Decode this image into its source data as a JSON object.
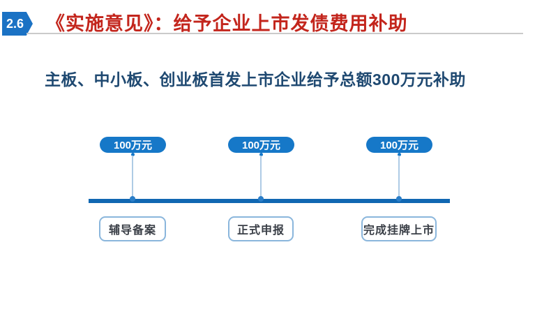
{
  "slide": {
    "badge_label": "2.6",
    "title": "《实施意见》：给予企业上市发债费用补助",
    "subtitle": "主板、中小板、创业板首发上市企业给予总额300万元补助",
    "timeline": {
      "milestones": [
        {
          "amount": "100万元",
          "stage": "辅导备案"
        },
        {
          "amount": "100万元",
          "stage": "正式申报"
        },
        {
          "amount": "100万元",
          "stage": "完成挂牌上市"
        }
      ]
    },
    "colors": {
      "badge_blue": "#1B72C4",
      "pill_blue": "#1678C8",
      "bar_blue": "#1067B2",
      "connector_blue": "#AECBE5",
      "box_border_blue": "#8AB6DC",
      "title_red": "#C3251C",
      "subtitle_navy": "#1F4971",
      "stage_text": "#3A3F47",
      "divider_gray": "#CACACA"
    }
  }
}
